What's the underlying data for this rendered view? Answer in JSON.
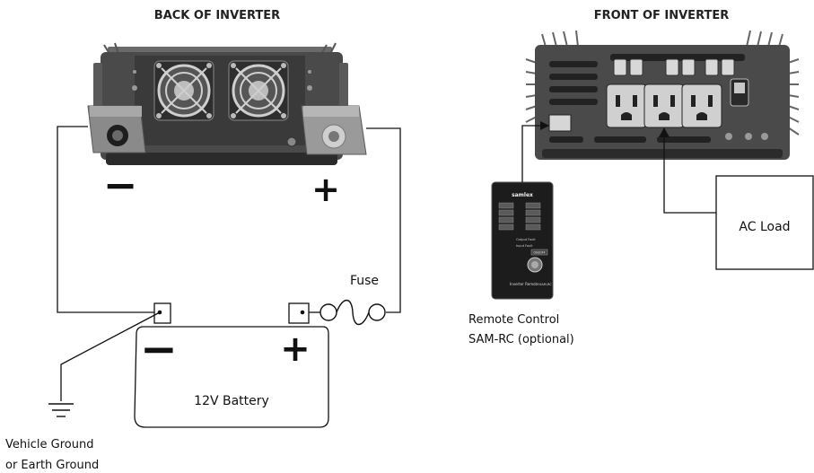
{
  "headings": {
    "back": "BACK OF INVERTER",
    "front": "FRONT OF INVERTER"
  },
  "labels": {
    "fuse": "Fuse",
    "battery": "12V Battery",
    "ac_load": "AC Load",
    "remote_line1": "Remote Control",
    "remote_line2": "SAM-RC (optional)",
    "ground_line1": "Vehicle Ground",
    "ground_line2": "or Earth Ground"
  },
  "polarity": {
    "negative": "−",
    "positive": "+"
  },
  "remote_panel": {
    "brand": "samlex",
    "title": "Inverter Remote",
    "model": "SAM-RC",
    "button": "ON/OFF",
    "status_1": "Output Fault",
    "status_2": "Input Fault"
  },
  "colors": {
    "inverter_body": "#4a4a4a",
    "inverter_dark": "#2b2b2b",
    "negative_terminal": "#8a8a8a",
    "positive_terminal": "#9a9a9a",
    "wire": "#111111"
  },
  "icons": [
    "cooling-fan-icon",
    "ground-symbol-icon",
    "fuse-icon",
    "ac-outlet-icon"
  ]
}
